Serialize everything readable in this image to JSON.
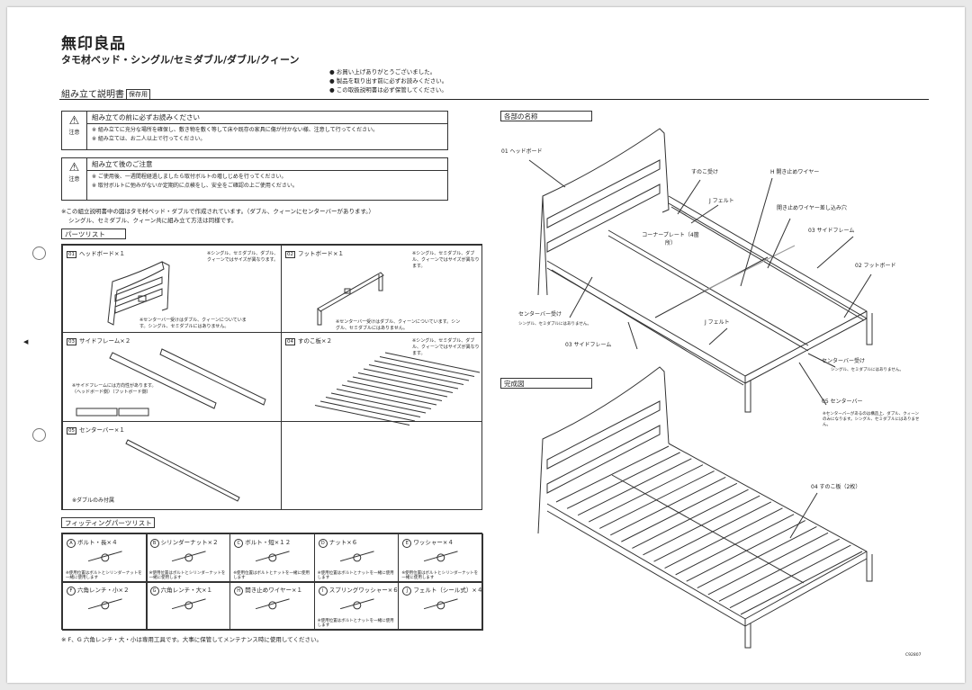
{
  "header": {
    "brand": "無印良品",
    "subtitle": "タモ材ベッド・シングル/セミダブル/ダブル/クィーン",
    "manual_title": "組み立て説明書",
    "manual_tag": "保存用",
    "notes": [
      "● お買い上げありがとうございました。",
      "● 製品を取り出す前に必ずお読みください。",
      "● この取扱説明書は必ず保管してください。"
    ]
  },
  "warnings": [
    {
      "title": "組み立ての前に必ずお読みください",
      "label": "注意",
      "lines": [
        "※ 組み立てに充分な場所を確保し、敷き物を敷く等して床や既存の家具に傷が付かない様、注意して行ってください。",
        "※ 組み立ては、お二人以上で行ってください。"
      ]
    },
    {
      "title": "組み立て後のご注意",
      "label": "注意",
      "lines": [
        "※ ご使用後、一週間程経過しましたら取付ボルトの増しじめを行ってください。",
        "※ 取付ボルトに弛みがないか定期的に点検をし、安全をご確認の上ご使用ください。"
      ]
    }
  ],
  "assembly_note": [
    "※この組立説明書中の図はタモ材ベッド・ダブルで作成されています。（ダブル、クィーンにセンターバーがあります。）",
    "シングル、セミダブル、クィーン共に組み立て方法は同様です。"
  ],
  "parts": {
    "label": "パーツリスト",
    "items": [
      {
        "num": "01",
        "name": "ヘッドボード×１",
        "note": "※シングル、セミダブル、ダブル、クィーンではサイズが異なります。",
        "sub": "※センターバー受けはダブル、クィーンについています。シングル、セミダブルにはありません。"
      },
      {
        "num": "02",
        "name": "フットボード×１",
        "note": "※シングル、セミダブル、ダブル、クィーンではサイズが異なります。",
        "sub": "※センターバー受けはダブル、クィーンについています。シングル、セミダブルにはありません。"
      },
      {
        "num": "03",
        "name": "サイドフレーム×２",
        "note": "",
        "sub": "※サイドフレームには方向性があります。（ヘッドボード側）（フットボード側）"
      },
      {
        "num": "04",
        "name": "すのこ板×２",
        "note": "※シングル、セミダブル、ダブル、クィーンではサイズが異なります。",
        "sub": ""
      },
      {
        "num": "05",
        "name": "センターバー×１",
        "note": "",
        "sub": "※ダブルのみ付属"
      }
    ]
  },
  "fittings": {
    "label": "フィッティングパーツリスト",
    "items": [
      {
        "letter": "A",
        "name": "ボルト・長×４",
        "note": "※使用位置はボルトとシリンダーナットを一緒に使用します"
      },
      {
        "letter": "B",
        "name": "シリンダーナット×２",
        "note": "※使用位置はボルトとシリンダーナットを一緒に使用します"
      },
      {
        "letter": "C",
        "name": "ボルト・短×１２",
        "note": "※使用位置はボルトとナットを一緒に使用します"
      },
      {
        "letter": "D",
        "name": "ナット×６",
        "note": "※使用位置はボルトとナットを一緒に使用します"
      },
      {
        "letter": "E",
        "name": "ワッシャー×４",
        "note": "※使用位置はボルトとシリンダーナットを一緒に使用します"
      },
      {
        "letter": "F",
        "name": "六角レンチ・小×２",
        "note": ""
      },
      {
        "letter": "G",
        "name": "六角レンチ・大×１",
        "note": ""
      },
      {
        "letter": "H",
        "name": "開き止めワイヤー×１",
        "note": ""
      },
      {
        "letter": "I",
        "name": "スプリングワッシャー×６",
        "note": "※使用位置はボルトとナットを一緒に使用します"
      },
      {
        "letter": "J",
        "name": "フェルト（シール式）×４",
        "note": ""
      }
    ],
    "footnote": "※ F、G 六角レンチ・大・小は専用工具です。大事に保管してメンテナンス時に使用してください。"
  },
  "names_section": {
    "label": "各部の名称",
    "callouts": [
      "01 ヘッドボード",
      "すのこ受け",
      "H 開き止めワイヤー",
      "J フェルト",
      "開き止めワイヤー差し込み穴",
      "コーナープレート（4箇所）",
      "03 サイドフレーム",
      "02 フットボード",
      "センターバー受け",
      "シングル、セミダブルにはありません。",
      "J フェルト",
      "03 サイドフレーム",
      "センターバー受け",
      "シングル、セミダブルにはありません。",
      "05 センターバー",
      "※センターバーがあるのは構造上、ダブル、クィーンのみになります。シングル、セミダブルにはありません。"
    ]
  },
  "complete_section": {
    "label": "完成図",
    "callout": "04 すのこ板（2枚）"
  },
  "footer_code": "C92807"
}
